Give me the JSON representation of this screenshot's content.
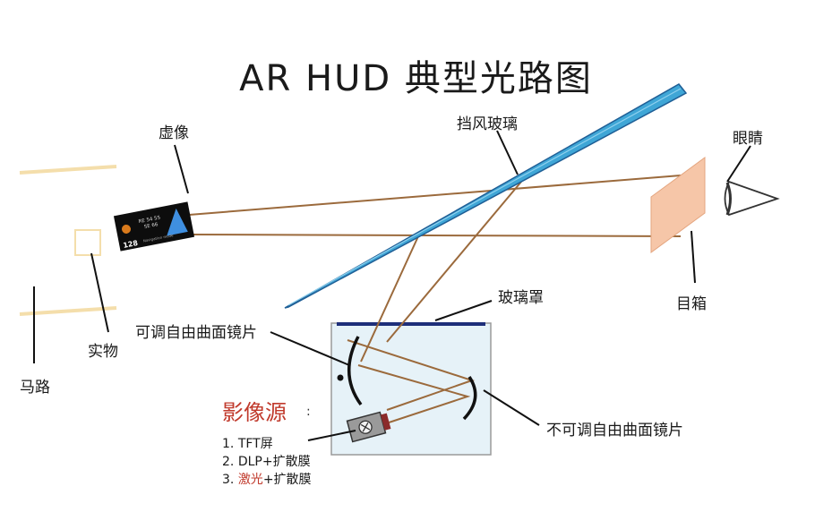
{
  "title": "AR HUD 典型光路图",
  "labels": {
    "virtual_image": "虚像",
    "windshield": "挡风玻璃",
    "eye": "眼睛",
    "eyebox": "目箱",
    "glass_cover": "玻璃罩",
    "adjustable_mirror": "可调自由曲面镜片",
    "fixed_mirror": "不可调自由曲面镜片",
    "real_object": "实物",
    "road": "马路"
  },
  "image_source": {
    "title": "影像源",
    "colon": ":",
    "items": [
      {
        "num": "1.",
        "hl": "",
        "rest": "TFT屏"
      },
      {
        "num": "2.",
        "hl": "",
        "rest": "DLP+扩散膜"
      },
      {
        "num": "3.",
        "hl": "激光",
        "rest": "+扩散膜"
      }
    ]
  },
  "virtual_image_screen": {
    "line1": "RE 54 55",
    "line2": "SE 66",
    "speed": "128",
    "caption": "Navigation mode"
  },
  "colors": {
    "ray": "#9b6a3c",
    "windshield": "#3fa6d6",
    "windshield_dark": "#1f5f96",
    "eyebox": "#f6c6a8",
    "box_fill": "#e6f2f8",
    "box_top": "#1e2f7a",
    "road": "#f4deab",
    "accent_red": "#c0392b"
  }
}
